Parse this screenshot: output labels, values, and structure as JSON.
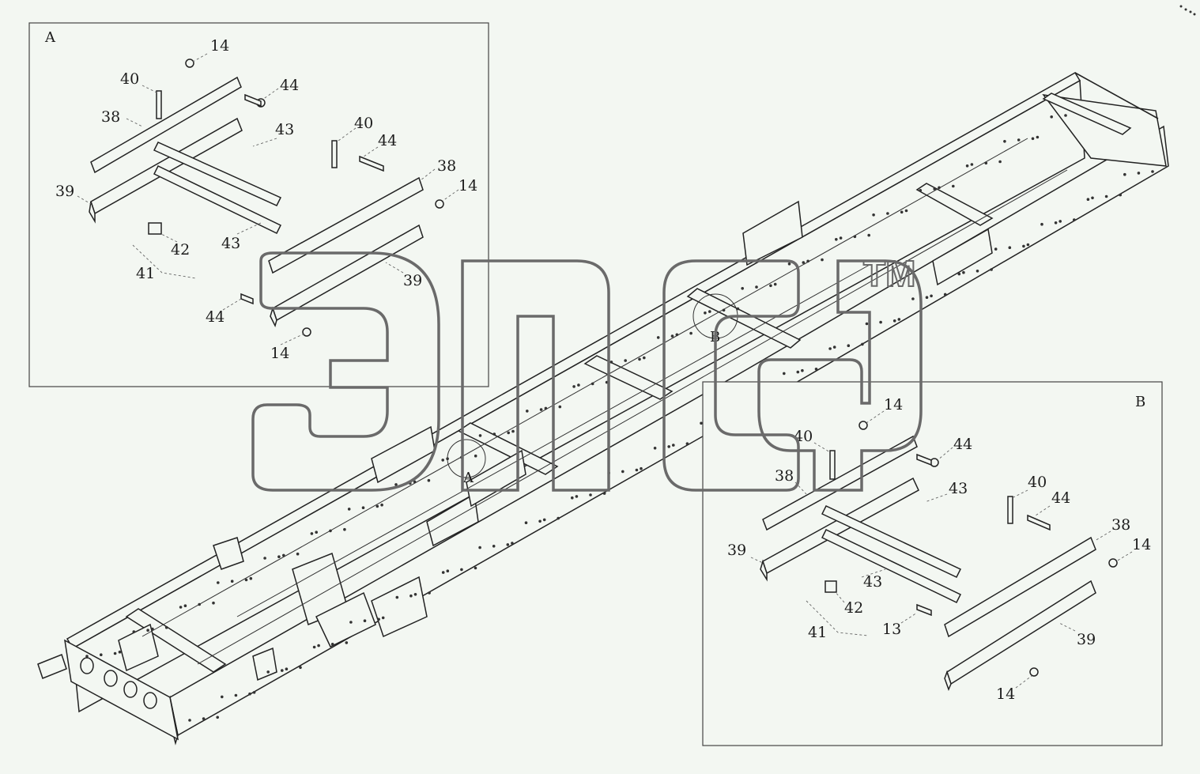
{
  "diagram": {
    "detail_a": {
      "letter": "A",
      "callouts": [
        "14",
        "40",
        "44",
        "38",
        "43",
        "40",
        "44",
        "38",
        "14",
        "39",
        "42",
        "43",
        "41",
        "39",
        "44",
        "14"
      ]
    },
    "detail_b": {
      "letter": "B",
      "callouts": [
        "14",
        "40",
        "44",
        "38",
        "43",
        "40",
        "44",
        "38",
        "14",
        "39",
        "43",
        "42",
        "41",
        "13",
        "39",
        "14"
      ]
    },
    "frame_markers": [
      "B",
      "A"
    ],
    "watermark": {
      "trademark": "TM"
    }
  }
}
